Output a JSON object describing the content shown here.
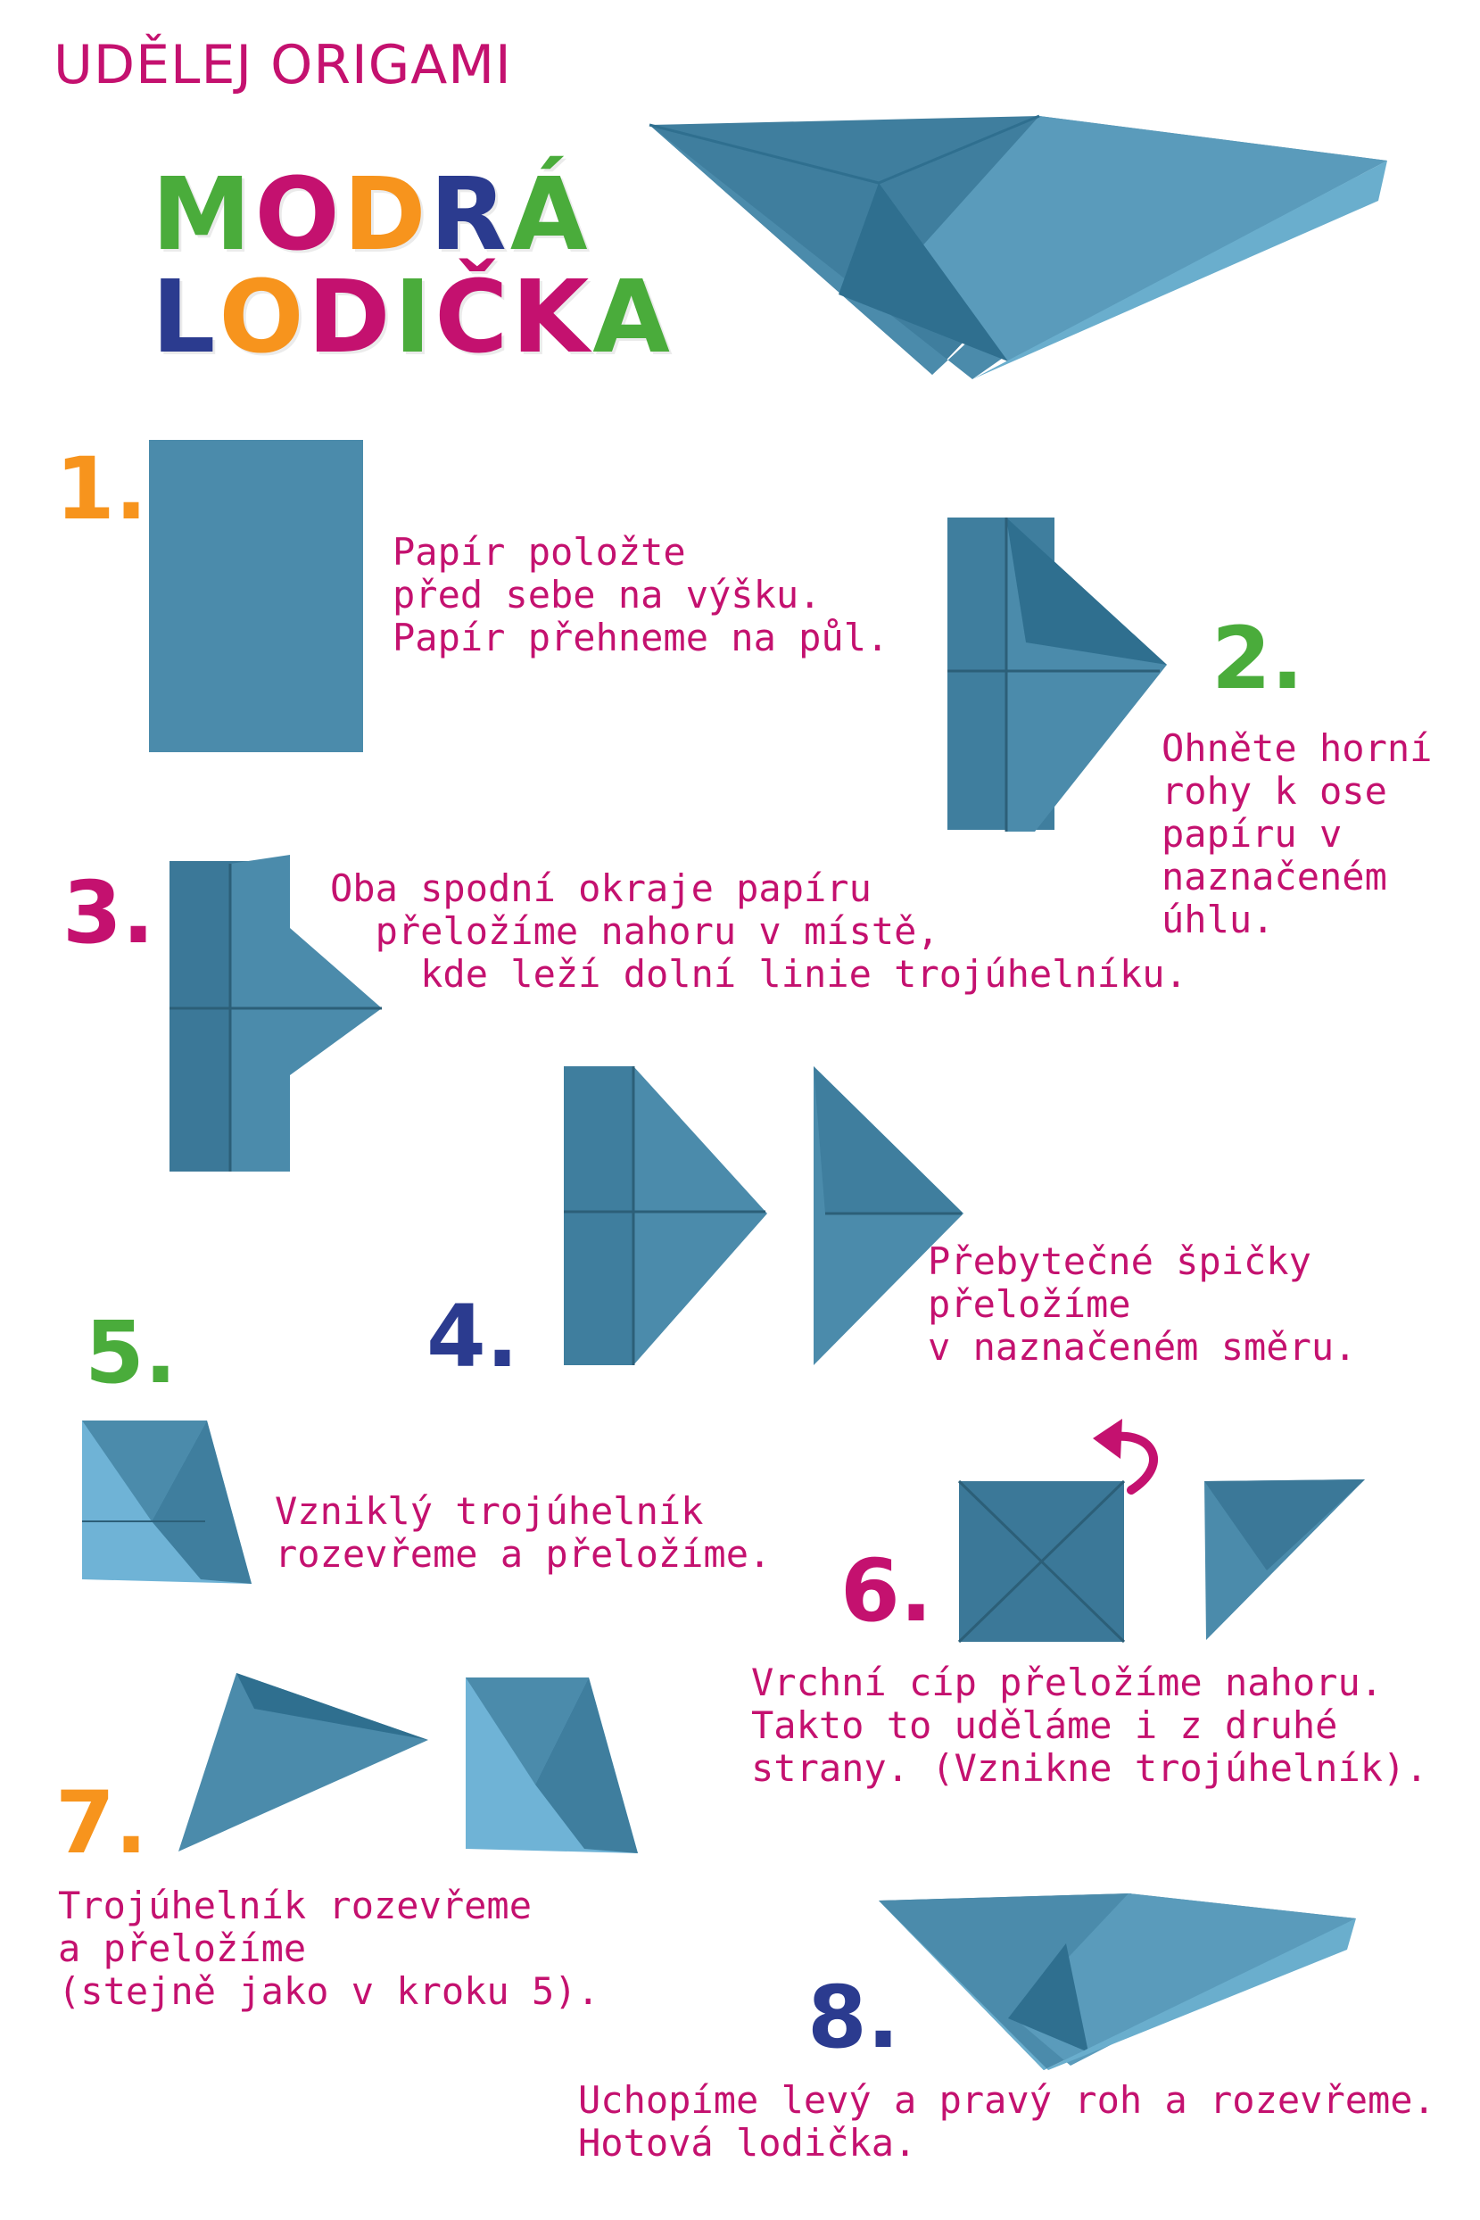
{
  "header": {
    "title": "UDĚLEJ ORIGAMI",
    "name_line1": "MODRÁ",
    "name_line2": "LODIČKA"
  },
  "colors": {
    "magenta": "#c4116f",
    "orange": "#f7941d",
    "green": "#4aac3b",
    "navy": "#2b3b8f",
    "paper": "#4b8bab",
    "paper_dark": "#2f6f8f",
    "paper_light": "#6fb3d6"
  },
  "title_letter_colors": {
    "line1": [
      "#4aac3b",
      "#c4116f",
      "#f7941d",
      "#2b3b8f",
      "#4aac3b"
    ],
    "line2": [
      "#2b3b8f",
      "#f7941d",
      "#c4116f",
      "#4aac3b",
      "#c4116f",
      "#c4116f",
      "#4aac3b"
    ]
  },
  "steps": [
    {
      "number": "1.",
      "text": "Papír položte\npřed sebe na výšku.\nPapír přehneme na půl."
    },
    {
      "number": "2.",
      "text": "Ohněte horní\nrohy k ose\npapíru v\nnaznačeném\núhlu."
    },
    {
      "number": "3.",
      "text": "Oba spodní okraje papíru\n  přeložíme nahoru v místě,\n    kde leží dolní linie trojúhelníku."
    },
    {
      "number": "4.",
      "text": "Přebytečné špičky\npřeložíme\nv naznačeném směru."
    },
    {
      "number": "5.",
      "text": "Vzniklý trojúhelník\nrozevřeme a přeložíme."
    },
    {
      "number": "6.",
      "text": "Vrchní cíp přeložíme nahoru.\nTakto to uděláme i z druhé\nstrany. (Vznikne trojúhelník)."
    },
    {
      "number": "7.",
      "text": "Trojúhelník rozevřeme\na přeložíme\n(stejně jako v kroku 5)."
    },
    {
      "number": "8.",
      "text": "Uchopíme levý a pravý roh a rozevřeme.\nHotová lodička."
    }
  ]
}
